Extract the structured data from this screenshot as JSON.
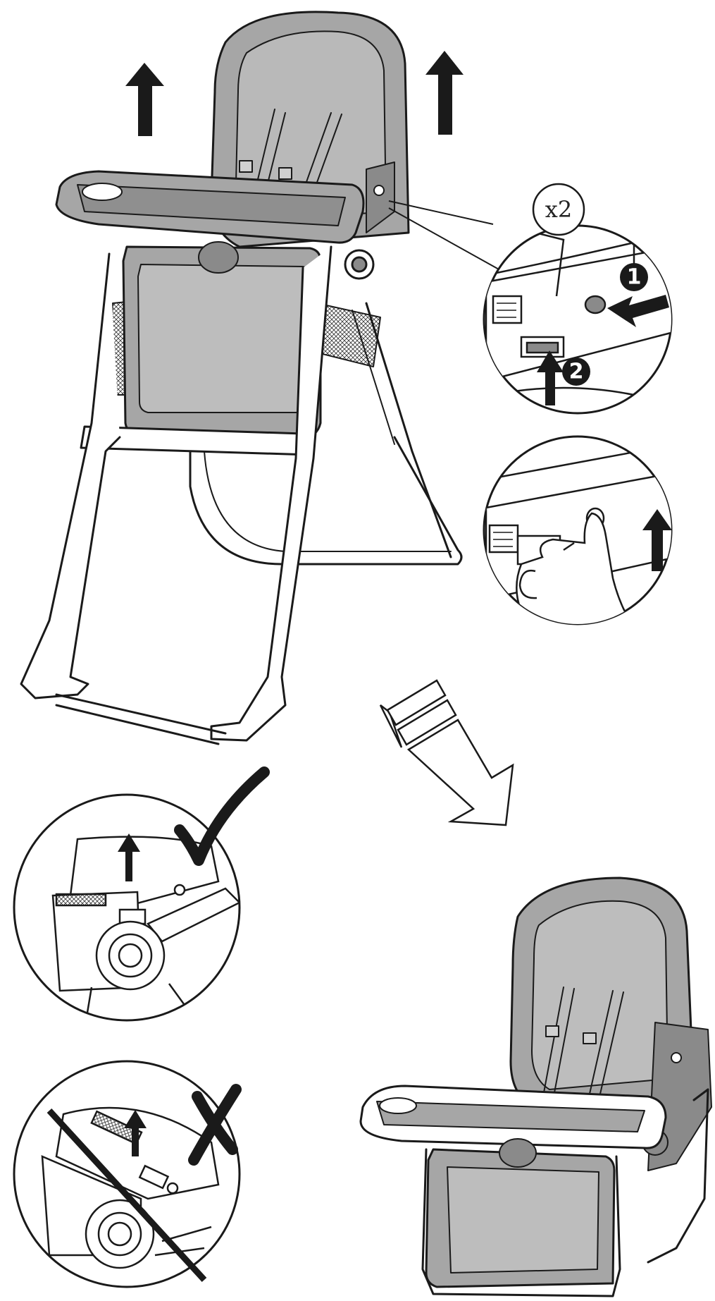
{
  "instruction_figure": {
    "quantity_callout": "x2",
    "steps": [
      {
        "number": "1",
        "action": "press-button"
      },
      {
        "number": "2",
        "action": "lift-latch"
      }
    ],
    "result_checks": [
      {
        "mark": "check",
        "meaning": "correct"
      },
      {
        "mark": "cross",
        "meaning": "incorrect"
      }
    ]
  },
  "colors": {
    "line": "#1a1a1a",
    "fill_dark": "#8a8a8a",
    "fill_mid": "#a6a6a6",
    "fill_light": "#c4c4c4",
    "background": "#ffffff"
  }
}
